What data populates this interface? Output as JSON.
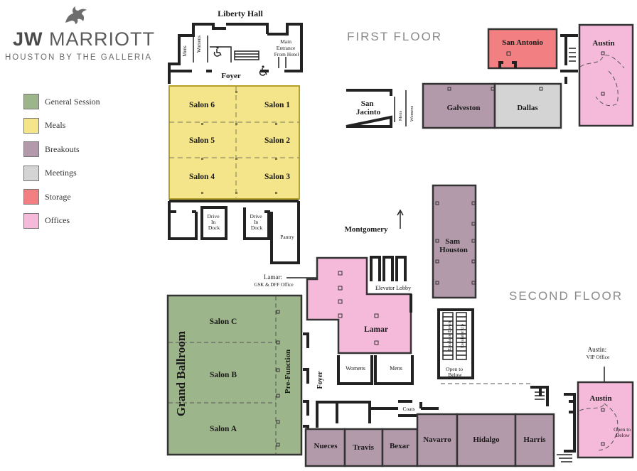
{
  "brand": {
    "name_bold": "JW",
    "name_rest": "MARRIOTT",
    "subtitle": "HOUSTON BY THE GALLERIA",
    "logo_icon": "griffin-logo-icon"
  },
  "floors": {
    "first": "FIRST FLOOR",
    "second": "SECOND FLOOR"
  },
  "legend": [
    {
      "label": "General Session",
      "color": "#9db58a"
    },
    {
      "label": "Meals",
      "color": "#f4e58a"
    },
    {
      "label": "Breakouts",
      "color": "#b39aaa"
    },
    {
      "label": "Meetings",
      "color": "#d4d4d4"
    },
    {
      "label": "Storage",
      "color": "#f27f82"
    },
    {
      "label": "Offices",
      "color": "#f5b9d9"
    }
  ],
  "colors": {
    "general_session": "#9db58a",
    "meals": "#f4e58a",
    "breakouts": "#b39aaa",
    "meetings": "#d4d4d4",
    "storage": "#f27f82",
    "offices": "#f5b9d9",
    "walls": "#222222"
  },
  "rooms": {
    "liberty_hall": "Liberty Hall",
    "mens_1": "Mens",
    "womens_1": "Womens",
    "main_entrance": [
      "Main",
      "Entrance",
      "From Hotel"
    ],
    "foyer_1": "Foyer",
    "salon_6": "Salon 6",
    "salon_5": "Salon 5",
    "salon_4": "Salon 4",
    "salon_1": "Salon 1",
    "salon_2": "Salon 2",
    "salon_3": "Salon 3",
    "drive_in_dock": [
      "Drive",
      "In",
      "Dock"
    ],
    "pantry": "Pantry",
    "montgomery": "Montgomery",
    "san_antonio": "San Antonio",
    "austin_1": "Austin",
    "san_jacinto": [
      "San",
      "Jacinto"
    ],
    "mens_2": "Mens",
    "womens_2": "Womens",
    "galveston": "Galveston",
    "dallas": "Dallas",
    "sam_houston": [
      "Sam",
      "Houston"
    ],
    "lamar_callout": [
      "Lamar:",
      "GSK & DFF Office"
    ],
    "elevator_lobby": "Elevator Lobby",
    "lamar": "Lamar",
    "womens_3": "Womens",
    "mens_3": "Mens",
    "escalator_down": "Escalator Down",
    "escalator_up": "Escalator Up",
    "open_to_below_1": [
      "Open to",
      "Below"
    ],
    "salon_c": "Salon C",
    "salon_b": "Salon B",
    "salon_a": "Salon A",
    "grand_ballroom": "Grand Ballroom",
    "pre_function": "Pre-Function",
    "foyer_2": "Foyer",
    "coats": "Coats",
    "nueces": "Nueces",
    "travis": "Travis",
    "bexar": "Bexar",
    "navarro": "Navarro",
    "hidalgo": "Hidalgo",
    "harris": "Harris",
    "austin_vip_callout": [
      "Austin:",
      "VIP Office"
    ],
    "austin_2": "Austin",
    "open_to_below_2": [
      "Open to",
      "Below"
    ]
  }
}
